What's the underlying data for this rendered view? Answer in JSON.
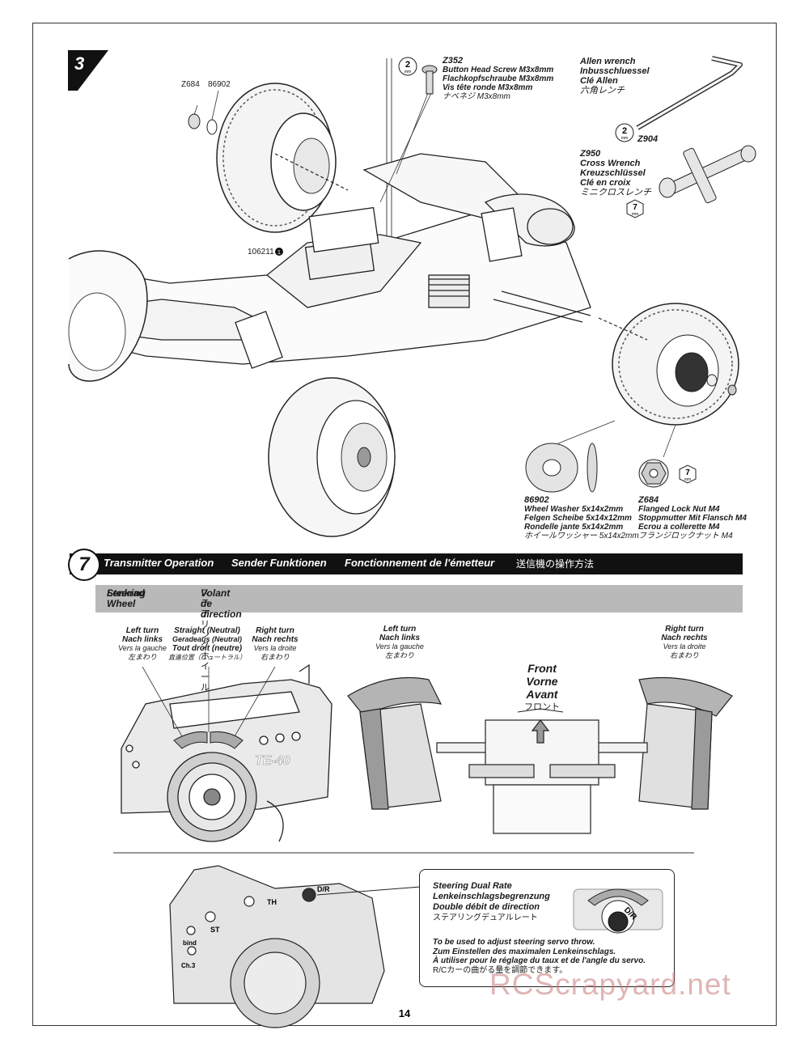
{
  "step3": {
    "step_number": "3",
    "parts": {
      "z684_top": "Z684",
      "n86902_top": "86902",
      "n106211": "106211",
      "n106211_qty": "1",
      "z352": {
        "code": "Z352",
        "hex": "2",
        "hex_unit": "mm",
        "lines": [
          "Button Head Screw M3x8mm",
          "Flachkopfschraube M3x8mm",
          "Vis tête ronde M3x8mm",
          "ナベネジ M3x8mm"
        ]
      },
      "allen": {
        "lines": [
          "Allen wrench",
          "Inbusschluessel",
          "Clé Allen",
          "六角レンチ"
        ],
        "code": "Z904",
        "hex": "2",
        "hex_unit": "mm"
      },
      "cross": {
        "code": "Z950",
        "lines": [
          "Cross Wrench",
          "Kreuzschlüssel",
          "Clé en croix",
          "ミニクロスレンチ"
        ],
        "hex": "7",
        "hex_unit": "mm"
      },
      "washer": {
        "code": "86902",
        "lines": [
          "Wheel Washer 5x14x2mm",
          "Felgen Scheibe 5x14x12mm",
          "Rondelle jante 5x14x2mm",
          "ホイールワッシャー 5x14x2mm"
        ]
      },
      "nut": {
        "code": "Z684",
        "lines": [
          "Flanged Lock Nut M4",
          "Stoppmutter Mit Flansch M4",
          "Ecrou a collerette M4",
          "フランジロックナット M4"
        ],
        "hex": "7",
        "hex_unit": "mm"
      }
    }
  },
  "section7": {
    "number": "7",
    "titles": [
      "Transmitter Operation",
      "Sender Funktionen",
      "Fonctionnement de l'émetteur",
      "送信機の操作方法"
    ],
    "sub": {
      "col1": [
        "Steering Wheel",
        "Lenkrad"
      ],
      "col2": [
        "Volant de direction",
        "ステアリングホイール"
      ]
    },
    "left_turn": [
      "Left turn",
      "Nach links",
      "Vers la gauche",
      "左まわり"
    ],
    "straight": [
      "Straight (Neutral)",
      "Geradeaus (Neutral)",
      "Tout droit (neutre)",
      "直進位置（ニュートラル）"
    ],
    "right_turn": [
      "Right turn",
      "Nach rechts",
      "Vers la droite",
      "右まわり"
    ],
    "front": [
      "Front",
      "Vorne",
      "Avant",
      "フロント"
    ],
    "transmitter_logo": "TE-40",
    "dual_rate": {
      "title": [
        "Steering Dual Rate",
        "Lenkeinschlagsbegrenzung",
        "Double débit de direction",
        "ステアリングデュアルレート"
      ],
      "desc": [
        "To be used to adjust steering servo throw.",
        "Zum Einstellen des maximalen Lenkeinschlags.",
        "À utiliser pour le réglage du taux et de l'angle du servo.",
        "R/Cカーの曲がる量を調節できます。"
      ],
      "knob": "D/R"
    },
    "panel_labels": {
      "th": "TH",
      "st": "ST",
      "bind": "bind",
      "ch3": "Ch.3",
      "dr": "D/R"
    }
  },
  "page_number": "14",
  "watermark": "RCScrapyard.net"
}
